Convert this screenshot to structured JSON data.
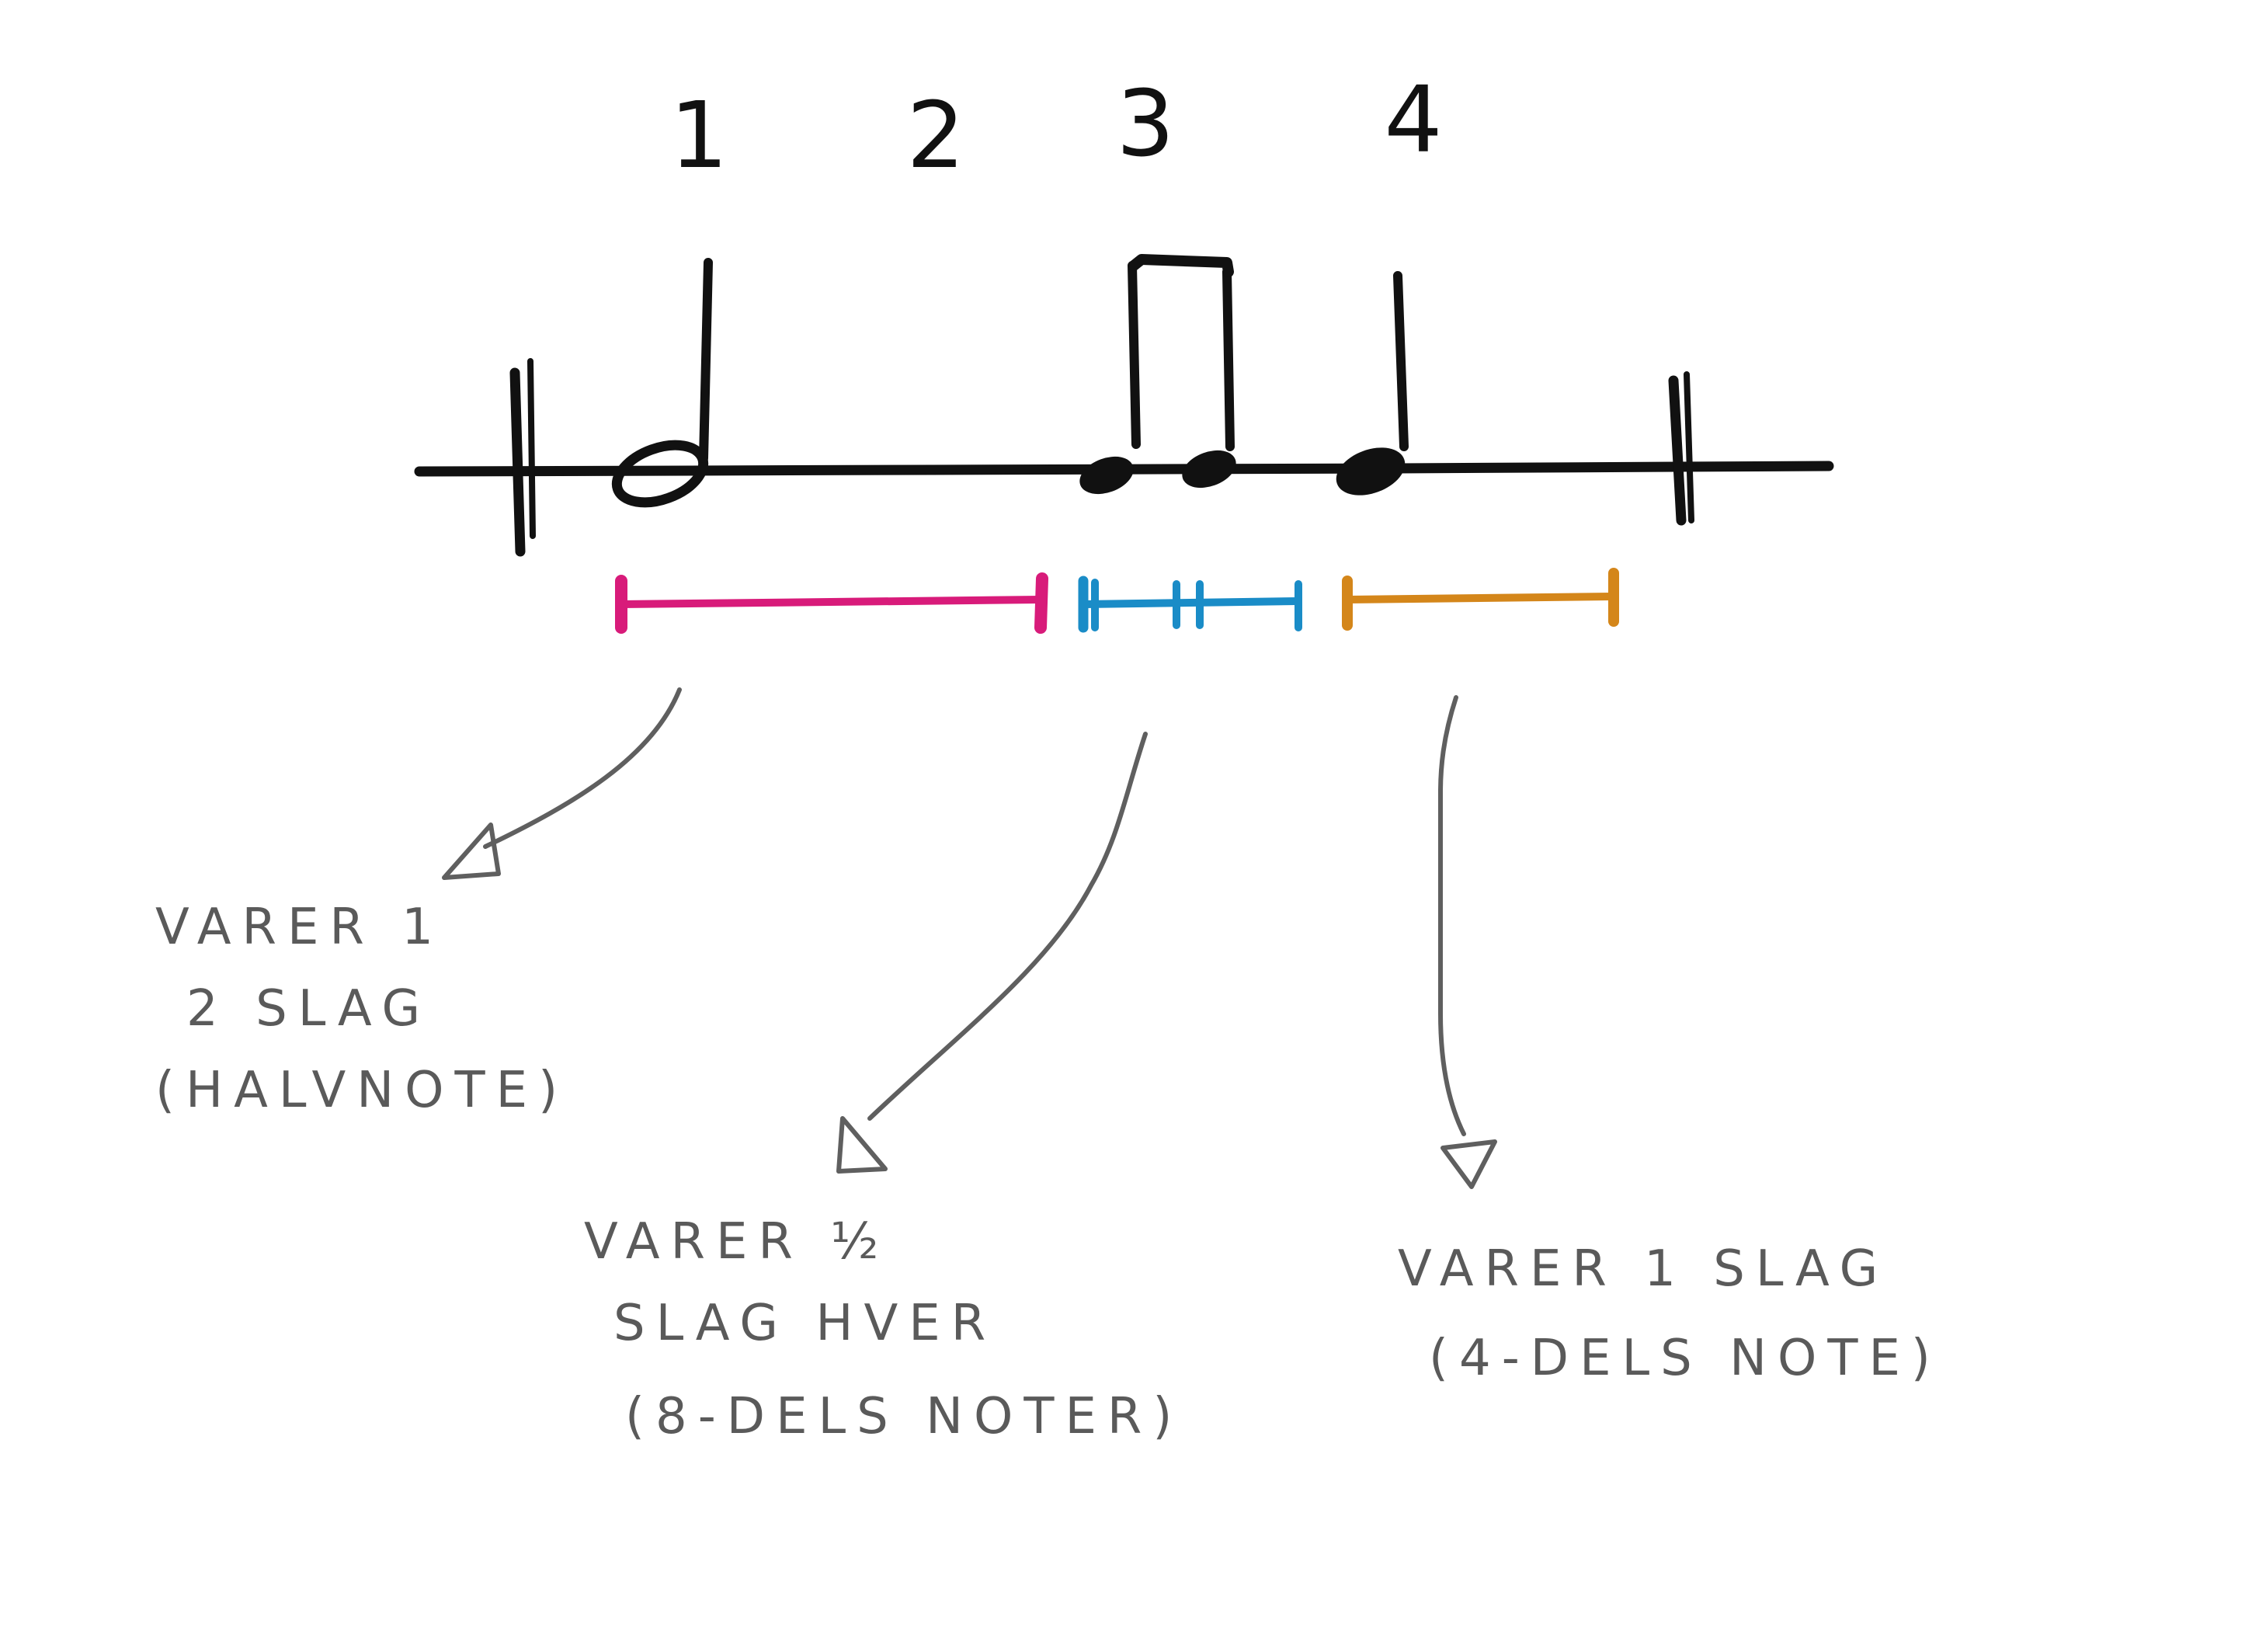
{
  "beats": [
    "1",
    "2",
    "3",
    "4"
  ],
  "colors": {
    "ink": "#111111",
    "annotation": "#5a5a5a",
    "half_note_span": "#d81b7a",
    "eighth_notes_span": "#1a8cc7",
    "quarter_note_span": "#d4861a"
  },
  "notes": [
    {
      "type": "half",
      "beats": 2
    },
    {
      "type": "eighth",
      "beats": 0.5
    },
    {
      "type": "eighth",
      "beats": 0.5
    },
    {
      "type": "quarter",
      "beats": 1
    }
  ],
  "annotations": [
    {
      "id": "half",
      "lines": [
        "VARER 1",
        "2 SLAG",
        "(HALVNOTE)"
      ]
    },
    {
      "id": "eighth",
      "lines": [
        "VARER ½",
        "SLAG HVER",
        "(8-DELS NOTER)"
      ]
    },
    {
      "id": "quarter",
      "lines": [
        "VARER 1 SLAG",
        "(4-DELS NOTE)"
      ]
    }
  ]
}
